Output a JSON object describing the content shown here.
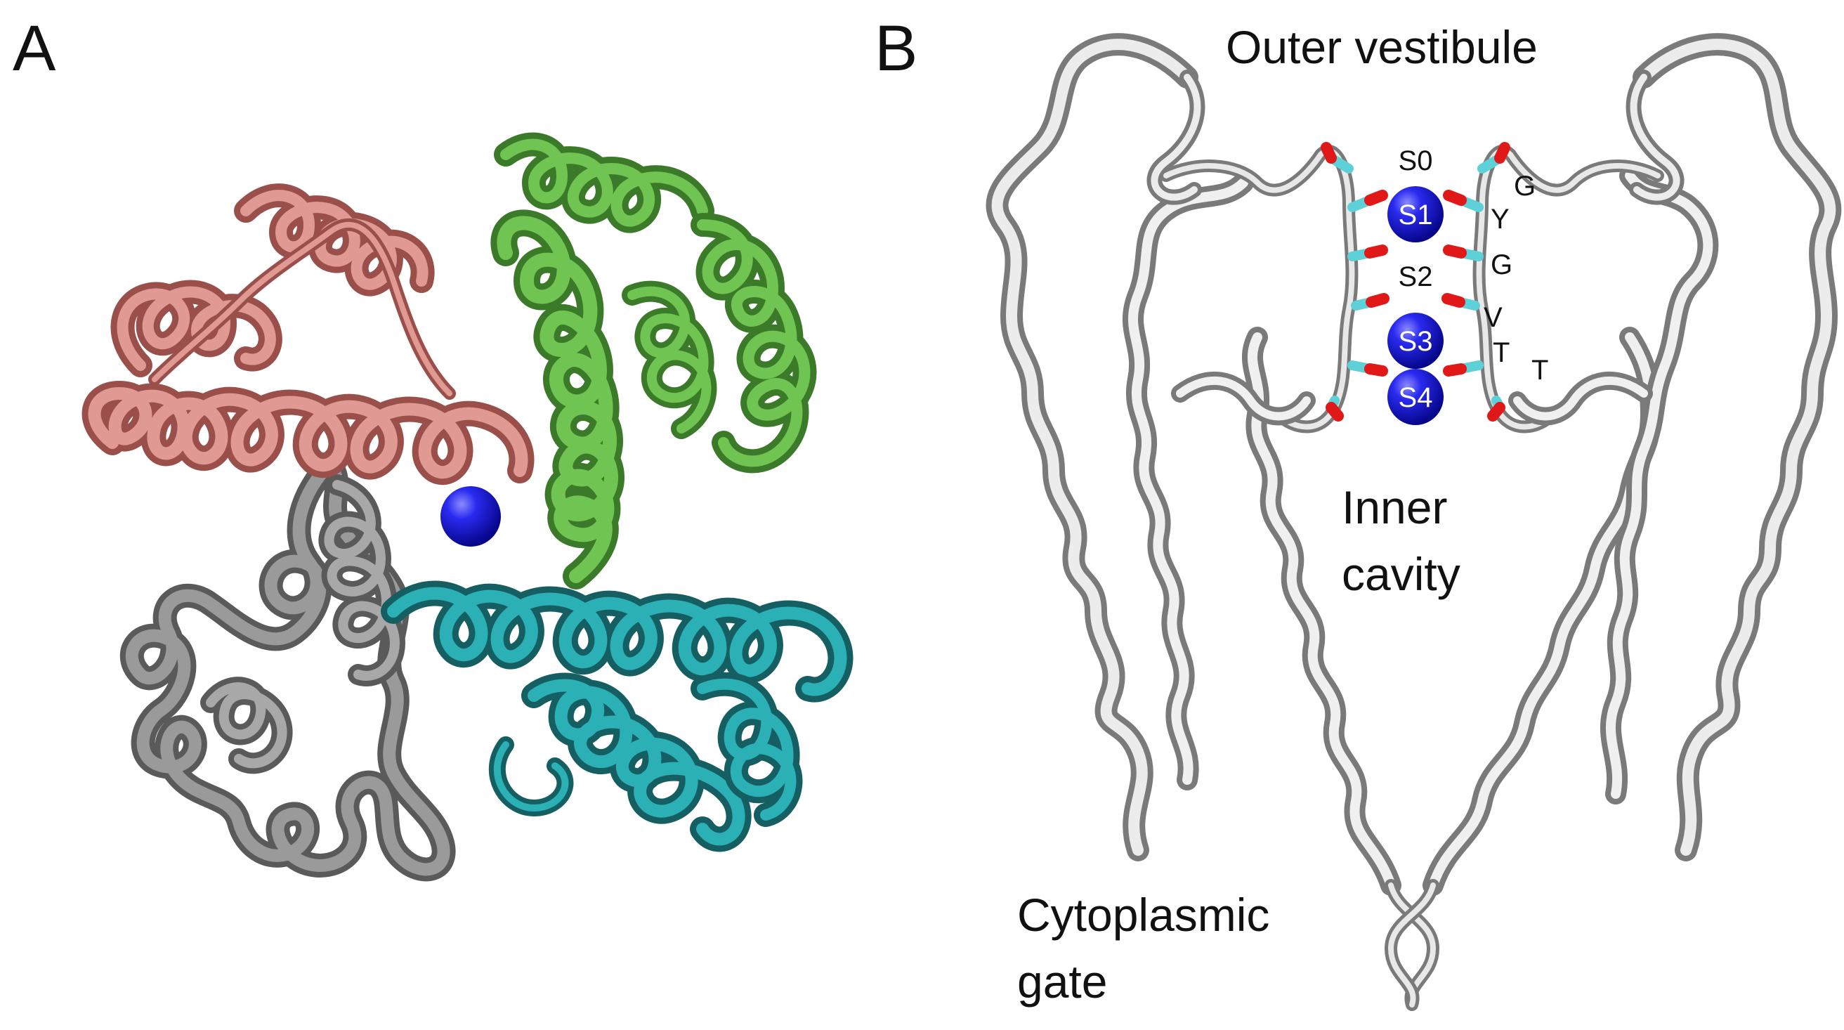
{
  "panels": {
    "a": {
      "letter": "A"
    },
    "b": {
      "letter": "B",
      "outer_vestibule": "Outer vestibule",
      "inner_cavity": [
        "Inner",
        "cavity"
      ],
      "cytoplasmic_gate": [
        "Cytoplasmic",
        "gate"
      ],
      "sites": [
        "S0",
        "S1",
        "S2",
        "S3",
        "S4"
      ],
      "residues": [
        "G",
        "Y",
        "G",
        "V",
        "T",
        "T"
      ]
    }
  },
  "colors": {
    "subunit_pink": "#d98079",
    "subunit_green": "#5fb343",
    "subunit_teal": "#23999e",
    "subunit_gray": "#7b7b7b",
    "ion_blue": "#1a1ad9",
    "ribbon_white": "#d6d6d6",
    "oxygen_red": "#e01818",
    "carbon_cyan": "#5ed0d8"
  }
}
